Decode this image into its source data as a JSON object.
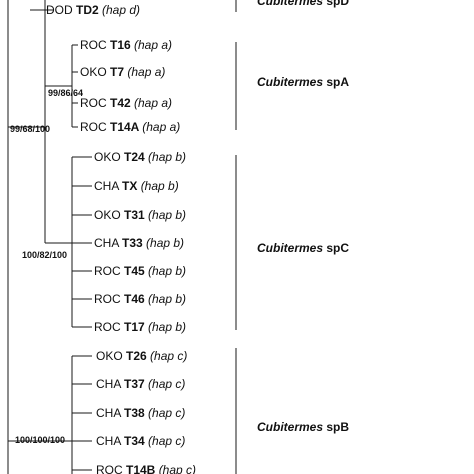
{
  "leaves": [
    {
      "site": "DOD",
      "code": "TD2",
      "hap": "(hap d)"
    },
    {
      "site": "ROC",
      "code": "T16",
      "hap": "(hap a)"
    },
    {
      "site": "OKO",
      "code": "T7",
      "hap": "(hap a)"
    },
    {
      "site": "ROC",
      "code": "T42",
      "hap": "(hap a)"
    },
    {
      "site": "ROC",
      "code": "T14A",
      "hap": "(hap a)"
    },
    {
      "site": "OKO",
      "code": "T24",
      "hap": "(hap b)"
    },
    {
      "site": "CHA",
      "code": "TX",
      "hap": "(hap b)"
    },
    {
      "site": "OKO",
      "code": "T31",
      "hap": "(hap b)"
    },
    {
      "site": "CHA",
      "code": "T33",
      "hap": "(hap b)"
    },
    {
      "site": "ROC",
      "code": "T45",
      "hap": "(hap b)"
    },
    {
      "site": "ROC",
      "code": "T46",
      "hap": "(hap b)"
    },
    {
      "site": "ROC",
      "code": "T17",
      "hap": "(hap b)"
    },
    {
      "site": "OKO",
      "code": "T26",
      "hap": "(hap c)"
    },
    {
      "site": "CHA",
      "code": "T37",
      "hap": "(hap c)"
    },
    {
      "site": "CHA",
      "code": "T38",
      "hap": "(hap c)"
    },
    {
      "site": "CHA",
      "code": "T34",
      "hap": "(hap c)"
    },
    {
      "site": "ROC",
      "code": "T14B",
      "hap": "(hap c)"
    }
  ],
  "support_values": {
    "spA_node": "99/86/64",
    "spD_spA_node": "99/68/100",
    "spC_node": "100/82/100",
    "spB_node": "100/100/100"
  },
  "clades": [
    {
      "genus": "Cubitermes",
      "species": "spD"
    },
    {
      "genus": "Cubitermes",
      "species": "spA"
    },
    {
      "genus": "Cubitermes",
      "species": "spC"
    },
    {
      "genus": "Cubitermes",
      "species": "spB"
    }
  ]
}
